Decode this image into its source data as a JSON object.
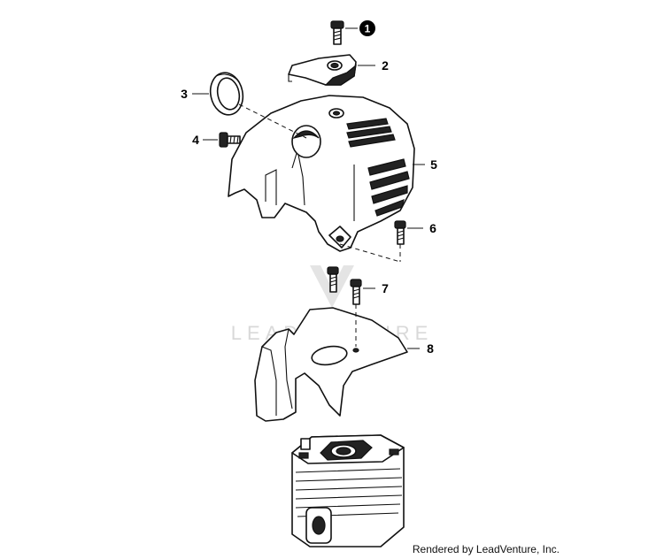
{
  "callouts": [
    {
      "label": "1",
      "inverted": true
    },
    {
      "label": "2"
    },
    {
      "label": "3"
    },
    {
      "label": "4"
    },
    {
      "label": "5"
    },
    {
      "label": "6"
    },
    {
      "label": "7"
    },
    {
      "label": "8"
    }
  ],
  "watermark": {
    "text": "LEADVENTURE"
  },
  "footer": {
    "credit": "Rendered by LeadVenture, Inc."
  },
  "colors": {
    "line": "#111111",
    "watermark": "#d9d9d9",
    "background": "#ffffff"
  }
}
